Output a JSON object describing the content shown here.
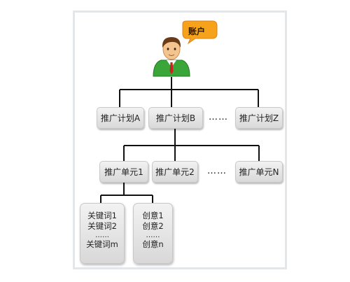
{
  "account": {
    "label": "账户",
    "icon": "user-avatar-icon"
  },
  "plans": {
    "items": [
      "推广计划A",
      "推广计划B",
      "推广计划Z"
    ],
    "ellipsis": "……"
  },
  "units": {
    "items": [
      "推广单元1",
      "推广单元2",
      "推广单元N"
    ],
    "ellipsis": "……"
  },
  "keywords": {
    "lines": [
      "关键词1",
      "关键词2",
      "……",
      "关键词m"
    ]
  },
  "creatives": {
    "lines": [
      "创意1",
      "创意2",
      "……",
      "创意n"
    ]
  },
  "colors": {
    "bubble": "#f7a21b",
    "shirt": "#3aa63a",
    "box": "#e6e6e6",
    "line": "#111111",
    "frame": "#e3e7ea"
  }
}
